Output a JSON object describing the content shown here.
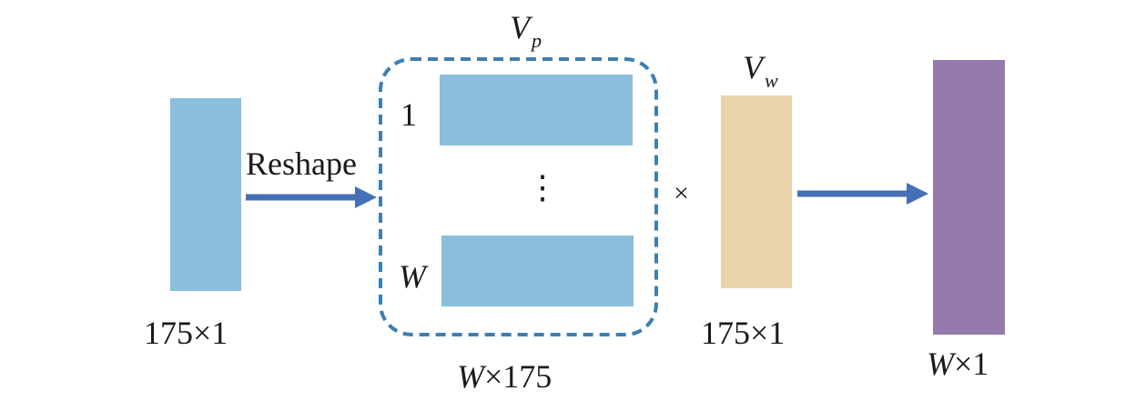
{
  "colors": {
    "input_block": "#8bbedc",
    "row_block": "#8bbedc",
    "weight_block": "#e8d3ab",
    "output_block": "#9479ad",
    "arrow": "#4570b5",
    "dashed_frame": "#3d7fb0",
    "text": "#1a1a1a"
  },
  "labels": {
    "reshape": "Reshape",
    "input_dim": "175×1",
    "vp_main": "V",
    "vp_sub": "p",
    "row_first": "1",
    "row_last": "W",
    "vdots": "⋮",
    "matrix_dim_var": "W",
    "matrix_dim_rest": "×175",
    "multiply": "×",
    "vw_main": "V",
    "vw_sub": "w",
    "weight_dim": "175×1",
    "output_dim_var": "W",
    "output_dim_rest": "×1"
  }
}
